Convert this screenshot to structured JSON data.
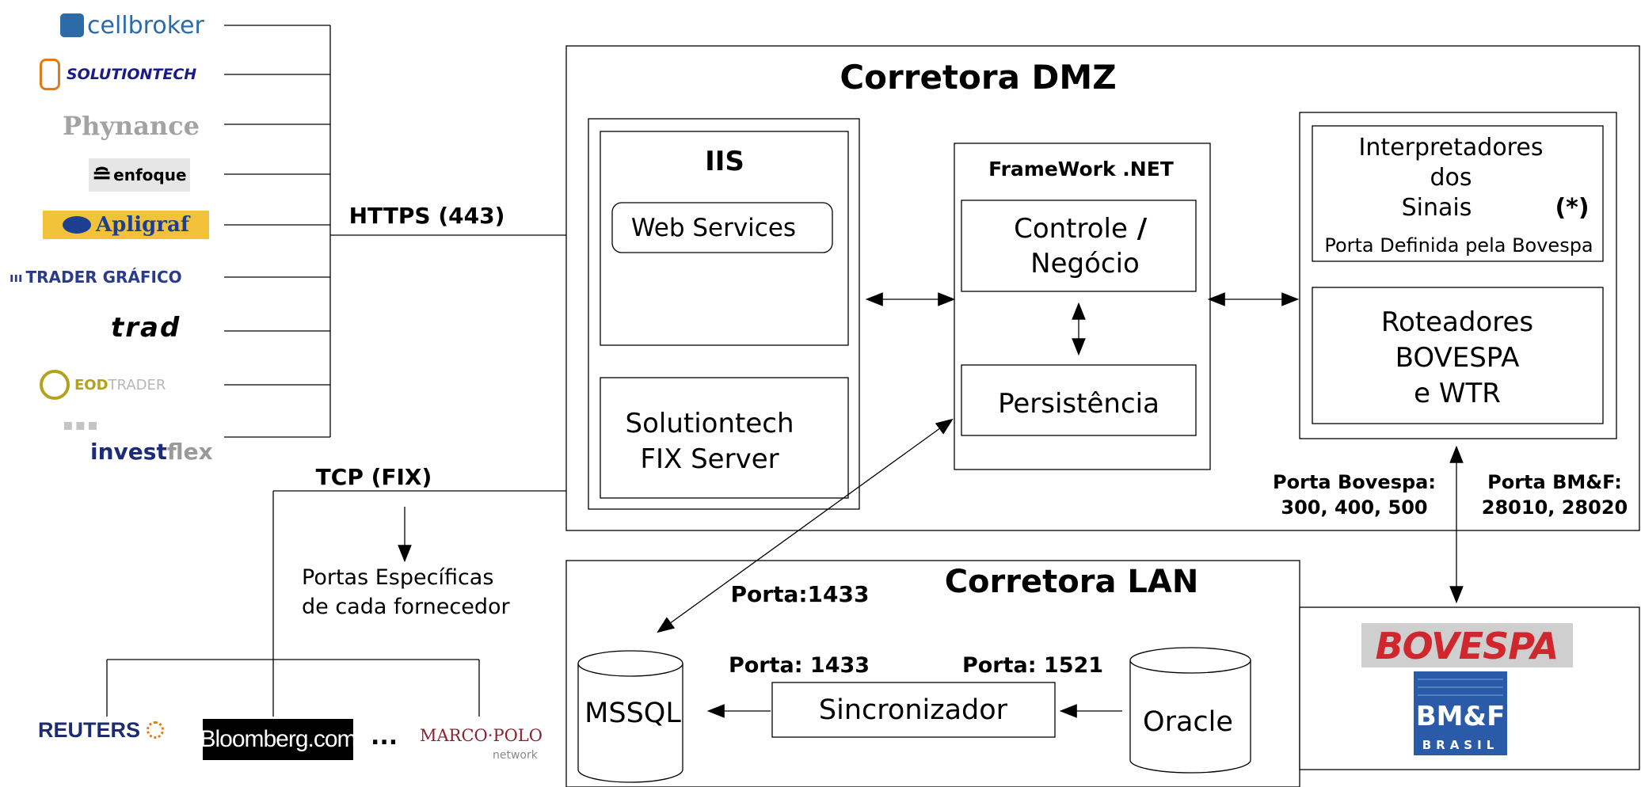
{
  "vendors": {
    "cellbroker": "cellbroker",
    "solutiontech": "SOLUTIONTECH",
    "phynance": "Phynance",
    "enfoque": "enfoque",
    "apligraf": "Apligraf",
    "trader_grafico": "TRADER GRÁFICO",
    "trad": "trad",
    "eodtrader_a": "EOD",
    "eodtrader_b": "TRADER",
    "investflex_a": "invest",
    "investflex_b": "flex"
  },
  "providers": {
    "reuters": "REUTERS",
    "bloomberg": "Bloomberg.com",
    "ellipsis": "...",
    "marco_polo": "MARCO·POLO",
    "marco_polo_sub": "network"
  },
  "labels": {
    "https": "HTTPS (443)",
    "tcp_fix": "TCP (FIX)",
    "portas_line1": "Portas Específicas",
    "portas_line2": "de cada fornecedor",
    "porta_1433_diag": "Porta:1433",
    "porta_1433": "Porta: 1433",
    "porta_1521": "Porta: 1521",
    "porta_bovespa_line1": "Porta Bovespa:",
    "porta_bovespa_line2": "300, 400, 500",
    "porta_bmf_line1": "Porta BM&F:",
    "porta_bmf_line2": "28010, 28020"
  },
  "dmz": {
    "title": "Corretora DMZ",
    "iis": "IIS",
    "web_services": "Web Services",
    "fix_line1": "Solutiontech",
    "fix_line2": "FIX Server",
    "framework": "FrameWork .NET",
    "controle_line1": "Controle",
    "controle_slash": "/",
    "controle_line2": "Negócio",
    "persistencia": "Persistência",
    "interp_line1": "Interpretadores",
    "interp_line2": "dos",
    "interp_line3": "Sinais",
    "interp_star": "(*)",
    "interp_port": "Porta Definida pela Bovespa",
    "rot_line1": "Roteadores",
    "rot_line2": "BOVESPA",
    "rot_line3": "e WTR"
  },
  "lan": {
    "title": "Corretora LAN",
    "mssql": "MSSQL",
    "sincronizador": "Sincronizador",
    "oracle": "Oracle"
  },
  "exchange": {
    "bovespa": "BOVESPA",
    "bmf": "BM&F",
    "brasil": "BRASIL"
  }
}
